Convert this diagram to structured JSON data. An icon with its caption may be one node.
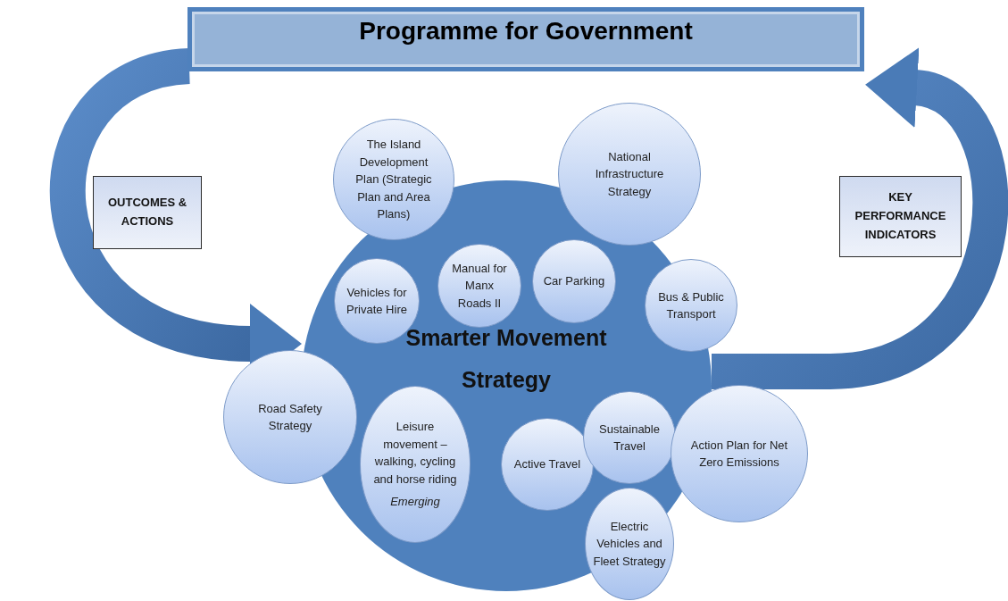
{
  "diagram": {
    "nodes": [
      {
        "text": [
          "Programme for Government"
        ]
      },
      {
        "text": [
          "OUTCOMES & ACTIONS"
        ]
      },
      {
        "text": [
          "KEY PERFORMANCE INDICATORS"
        ]
      },
      {
        "text": [
          "The Island Development Plan (Strategic Plan and Area Plans)"
        ]
      },
      {
        "text": [
          "National Infrastructure Strategy"
        ]
      },
      {
        "text": [
          "Smarter Movement Strategy"
        ]
      },
      {
        "text": [
          "Vehicles for Private Hire"
        ],
        "in": 5
      },
      {
        "text": [
          "Manual for Manx Roads II"
        ],
        "in": 5
      },
      {
        "text": [
          "Car Parking"
        ],
        "in": 5
      },
      {
        "text": [
          "Bus & Public Transport"
        ]
      },
      {
        "text": [
          "Road Safety Strategy"
        ]
      },
      {
        "text": [
          "Leisure movement – walking, cycling and horse riding",
          "Emerging"
        ],
        "in": 5
      },
      {
        "text": [
          "Active Travel"
        ],
        "in": 5
      },
      {
        "text": [
          "Sustainable Travel"
        ],
        "in": 5
      },
      {
        "text": [
          "Action Plan for Net Zero Emissions"
        ]
      },
      {
        "text": [
          "Electric Vehicles and Fleet Strategy"
        ]
      }
    ],
    "edges": [
      {
        "from": 0,
        "to": 5,
        "arrow": "to"
      },
      {
        "from": 5,
        "to": 0,
        "arrow": "to"
      }
    ]
  }
}
